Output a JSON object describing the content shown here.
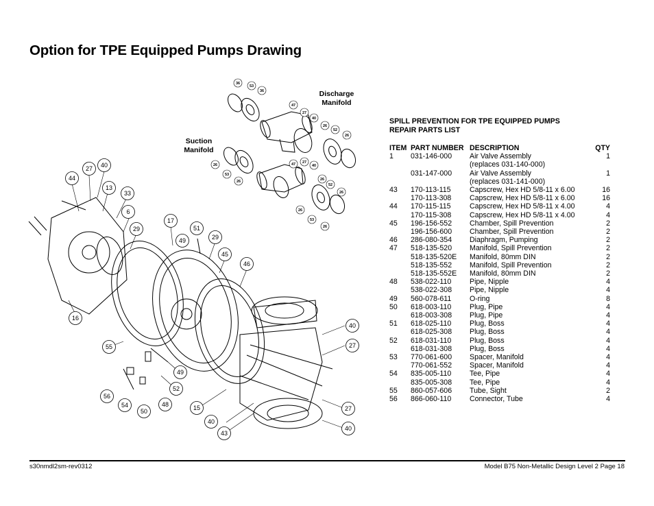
{
  "page_title": "Option for TPE Equipped Pumps Drawing",
  "labels": {
    "discharge_line1": "Discharge",
    "discharge_line2": "Manifold",
    "suction_line1": "Suction",
    "suction_line2": "Manifold"
  },
  "callouts": {
    "large": [
      "44",
      "27",
      "40",
      "13",
      "33",
      "6",
      "29",
      "17",
      "51",
      "49",
      "29",
      "45",
      "46",
      "16",
      "55",
      "40",
      "27",
      "49",
      "52",
      "56",
      "54",
      "50",
      "48",
      "15",
      "40",
      "43",
      "27",
      "40"
    ],
    "small": [
      "36",
      "53",
      "36",
      "47",
      "27",
      "40",
      "26",
      "52",
      "26",
      "26",
      "53",
      "26",
      "47",
      "27",
      "40",
      "26",
      "52",
      "26",
      "26",
      "53",
      "26"
    ]
  },
  "parts_list": {
    "heading_line1": "SPILL PREVENTION FOR TPE EQUIPPED PUMPS",
    "heading_line2": "REPAIR PARTS LIST",
    "columns": [
      "ITEM",
      "PART NUMBER",
      "DESCRIPTION",
      "QTY"
    ],
    "rows": [
      [
        "1",
        "031-146-000",
        "Air Valve Assembly",
        "1"
      ],
      [
        "",
        "",
        "(replaces  031-140-000)",
        ""
      ],
      [
        "",
        "031-147-000",
        "Air Valve Assembly",
        "1"
      ],
      [
        "",
        "",
        "(replaces  031-141-000)",
        ""
      ],
      [
        "43",
        "170-113-115",
        "Capscrew, Hex HD 5/8-11 x 6.00",
        "16"
      ],
      [
        "",
        "170-113-308",
        "Capscrew, Hex HD 5/8-11 x 6.00",
        "16"
      ],
      [
        "44",
        "170-115-115",
        "Capscrew, Hex HD 5/8-11 x 4.00",
        "4"
      ],
      [
        "",
        "170-115-308",
        "Capscrew, Hex HD 5/8-11 x 4.00",
        "4"
      ],
      [
        "45",
        "196-156-552",
        "Chamber,  Spill  Prevention",
        "2"
      ],
      [
        "",
        "196-156-600",
        "Chamber,  Spill  Prevention",
        "2"
      ],
      [
        "46",
        "286-080-354",
        "Diaphragm,  Pumping",
        "2"
      ],
      [
        "47",
        "518-135-520",
        "Manifold,  Spill  Prevention",
        "2"
      ],
      [
        "",
        "518-135-520E",
        "Manifold,  80mm  DIN",
        "2"
      ],
      [
        "",
        "518-135-552",
        "Manifold,  Spill  Prevention",
        "2"
      ],
      [
        "",
        "518-135-552E",
        "Manifold,  80mm  DIN",
        "2"
      ],
      [
        "48",
        "538-022-110",
        "Pipe,  Nipple",
        "4"
      ],
      [
        "",
        "538-022-308",
        "Pipe,  Nipple",
        "4"
      ],
      [
        "49",
        "560-078-611",
        "O-ring",
        "8"
      ],
      [
        "50",
        "618-003-110",
        "Plug,  Pipe",
        "4"
      ],
      [
        "",
        "618-003-308",
        "Plug,  Pipe",
        "4"
      ],
      [
        "51",
        "618-025-110",
        "Plug,  Boss",
        "4"
      ],
      [
        "",
        "618-025-308",
        "Plug,  Boss",
        "4"
      ],
      [
        "52",
        "618-031-110",
        "Plug,  Boss",
        "4"
      ],
      [
        "",
        "618-031-308",
        "Plug,  Boss",
        "4"
      ],
      [
        "53",
        "770-061-600",
        "Spacer,  Manifold",
        "4"
      ],
      [
        "",
        "770-061-552",
        "Spacer,  Manifold",
        "4"
      ],
      [
        "54",
        "835-005-110",
        "Tee,  Pipe",
        "4"
      ],
      [
        "",
        "835-005-308",
        "Tee,  Pipe",
        "4"
      ],
      [
        "55",
        "860-057-606",
        "Tube,  Sight",
        "2"
      ],
      [
        "56",
        "866-060-110",
        "Connector,  Tube",
        "4"
      ]
    ]
  },
  "footer": {
    "left": "s30nmdl2sm-rev0312",
    "right": "Model B75 Non-Metallic Design Level 2 Page 18"
  }
}
